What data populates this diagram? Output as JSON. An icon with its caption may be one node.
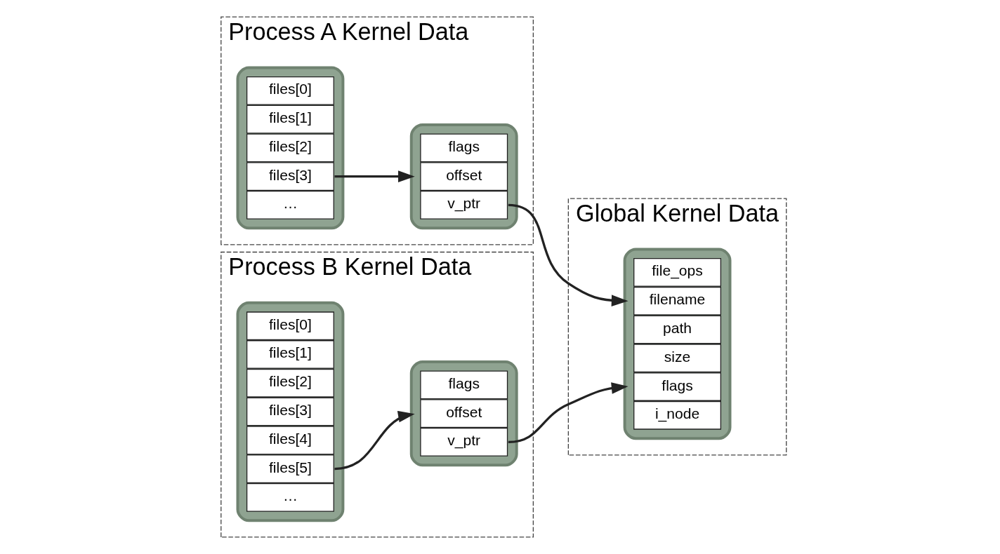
{
  "diagram": {
    "nodes": [
      {
        "text": [
          "Process A Kernel Data"
        ]
      },
      {
        "text": [],
        "shape": "box",
        "in": 0
      },
      {
        "text": [
          "files[0]"
        ],
        "in": 1
      },
      {
        "text": [
          "files[1]"
        ],
        "in": 1
      },
      {
        "text": [
          "files[2]"
        ],
        "in": 1
      },
      {
        "text": [
          "files[3]"
        ],
        "in": 1
      },
      {
        "text": [
          "…"
        ],
        "in": 1
      },
      {
        "text": [],
        "shape": "box",
        "in": 0
      },
      {
        "text": [
          "flags"
        ],
        "in": 7
      },
      {
        "text": [
          "offset"
        ],
        "in": 7
      },
      {
        "text": [
          "v_ptr"
        ],
        "in": 7
      },
      {
        "text": [
          "Process B Kernel Data"
        ]
      },
      {
        "text": [],
        "shape": "box",
        "in": 11
      },
      {
        "text": [
          "files[0]"
        ],
        "in": 12
      },
      {
        "text": [
          "files[1]"
        ],
        "in": 12
      },
      {
        "text": [
          "files[2]"
        ],
        "in": 12
      },
      {
        "text": [
          "files[3]"
        ],
        "in": 12
      },
      {
        "text": [
          "files[4]"
        ],
        "in": 12
      },
      {
        "text": [
          "files[5]"
        ],
        "in": 12
      },
      {
        "text": [
          "…"
        ],
        "in": 12
      },
      {
        "text": [],
        "shape": "box",
        "in": 11
      },
      {
        "text": [
          "flags"
        ],
        "in": 20
      },
      {
        "text": [
          "offset"
        ],
        "in": 20
      },
      {
        "text": [
          "v_ptr"
        ],
        "in": 20
      },
      {
        "text": [
          "Global Kernel Data"
        ]
      },
      {
        "text": [],
        "shape": "box",
        "in": 24
      },
      {
        "text": [
          "file_ops"
        ],
        "in": 25
      },
      {
        "text": [
          "filename"
        ],
        "in": 25
      },
      {
        "text": [
          "path"
        ],
        "in": 25
      },
      {
        "text": [
          "size"
        ],
        "in": 25
      },
      {
        "text": [
          "flags"
        ],
        "in": 25
      },
      {
        "text": [
          "i_node"
        ],
        "in": 25
      }
    ],
    "edges": [
      {
        "from": 5,
        "to": 7,
        "arrow": "to"
      },
      {
        "from": 10,
        "to": 25,
        "arrow": "to"
      },
      {
        "from": 18,
        "to": 20,
        "arrow": "to"
      },
      {
        "from": 23,
        "to": 25,
        "arrow": "to"
      }
    ]
  }
}
